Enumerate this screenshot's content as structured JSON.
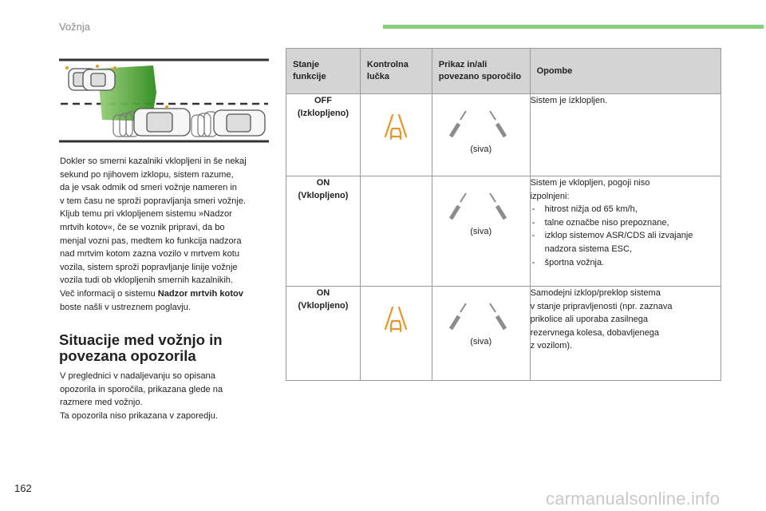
{
  "header": {
    "title": "Vožnja",
    "accent": "#86d07a"
  },
  "body_lines": [
    "Dokler so smerni kazalniki vklopljeni in še nekaj",
    "sekund po njihovem izklopu, sistem razume,",
    "da je vsak odmik od smeri vožnje nameren in",
    "v tem času ne sproži popravljanja smeri vožnje.",
    "Kljub temu pri vklopljenem sistemu »Nadzor",
    "mrtvih kotov«, če se voznik pripravi, da bo",
    "menjal vozni pas, medtem ko funkcija nadzora",
    "nad mrtvim kotom zazna vozilo v mrtvem kotu",
    "vozila, sistem sproži popravljanje linije vožnje",
    "vozila tudi ob vklopljenih smernih kazalnikih."
  ],
  "body_last": {
    "pre": "Več informacij o sistemu ",
    "bold": "Nadzor mrtvih kotov",
    "post": "",
    "line2": "boste našli v ustreznem poglavju."
  },
  "section_title": [
    "Situacije med vožnjo in",
    "povezana opozorila"
  ],
  "intro_lines": [
    "V preglednici v nadaljevanju so opisana",
    "opozorila in sporočila, prikazana glede na",
    "razmere med vožnjo.",
    "Ta opozorila niso prikazana v zaporedju."
  ],
  "table": {
    "headers": {
      "state": [
        "Stanje",
        "funkcije"
      ],
      "lamp": [
        "Kontrolna",
        "lučka"
      ],
      "display": [
        "Prikaz in/ali",
        "povezano sporočilo"
      ],
      "notes": "Opombe"
    },
    "rows": [
      {
        "state": [
          "OFF",
          "(Izklopljeno)"
        ],
        "lamp_icon": "lane-departure-warning-icon",
        "display_icon": "lane-lines-icon",
        "display_label": "(siva)",
        "notes": [
          "Sistem je izklopljen."
        ],
        "bullets": []
      },
      {
        "state": [
          "ON",
          "(Vklopljeno)"
        ],
        "lamp_icon": "",
        "display_icon": "lane-lines-icon",
        "display_label": "(siva)",
        "notes": [
          "Sistem je vklopljen, pogoji niso",
          "izpolnjeni:"
        ],
        "bullets": [
          "hitrost nižja od 65 km/h,",
          "talne označbe niso prepoznane,",
          "izklop sistemov ASR/CDS ali izvajanje nadzora sistema ESC,",
          "športna vožnja."
        ]
      },
      {
        "state": [
          "ON",
          "(Vklopljeno)"
        ],
        "lamp_icon": "lane-departure-warning-icon",
        "display_icon": "lane-lines-icon",
        "display_label": "(siva)",
        "notes": [
          "Samodejni izklop/preklop sistema",
          "v stanje pripravljenosti (npr. zaznava",
          "prikolice ali uporaba zasilnega",
          "rezervnega kolesa, dobavljenega",
          "z vozilom)."
        ],
        "bullets": []
      }
    ]
  },
  "page_number": "162",
  "watermark": "carmanualsonline.info",
  "colors": {
    "lamp_orange": "#e8962a",
    "lane_grey": "#8c8c8c",
    "green_zone": "#2e8b1a"
  }
}
